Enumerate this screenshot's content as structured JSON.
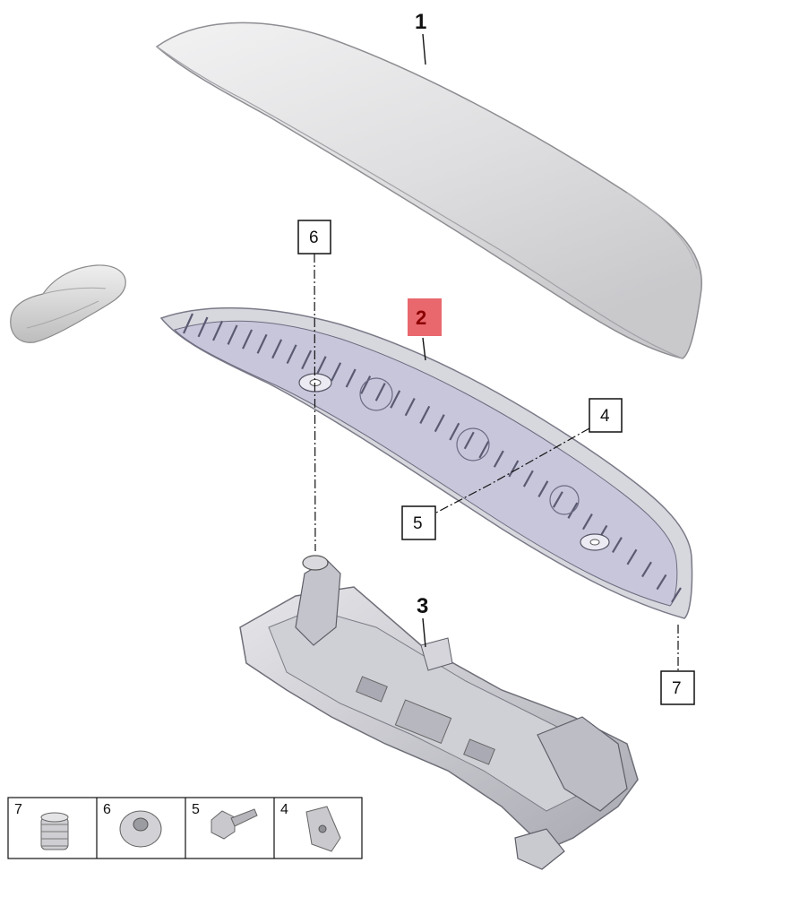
{
  "parts": [
    {
      "id": "spoiler-lid",
      "number": "1"
    },
    {
      "id": "inner-panel",
      "number": "2",
      "highlighted": true,
      "highlight_color": "#e8686e"
    },
    {
      "id": "lifting-frame",
      "number": "3"
    }
  ],
  "callouts": {
    "n4": "4",
    "n5": "5",
    "n6": "6",
    "n7": "7"
  },
  "legend": [
    {
      "number": "7",
      "icon": "grommet-icon"
    },
    {
      "number": "6",
      "icon": "nut-washer-icon"
    },
    {
      "number": "5",
      "icon": "screw-icon"
    },
    {
      "number": "4",
      "icon": "clip-nut-icon"
    }
  ],
  "colors": {
    "part_fill": "#dcdcde",
    "part_shade": "#b8b8c0",
    "inner_panel_ribs": "#5a5a72",
    "highlight": "#e8686e"
  }
}
